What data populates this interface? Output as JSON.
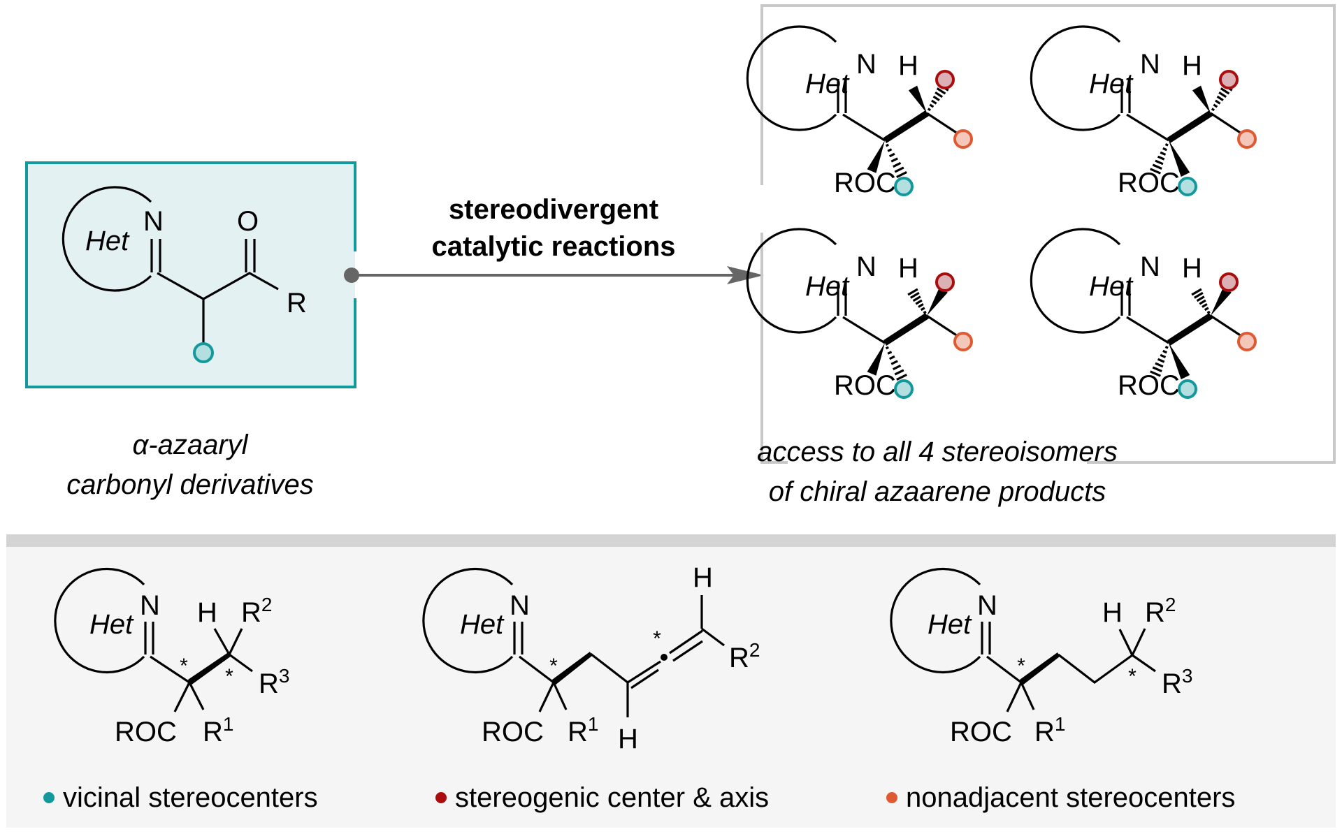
{
  "colors": {
    "teal": "#13989c",
    "teal_fill": "#b3dfe0",
    "teal_box_bg": "#e4f1f2",
    "red": "#a90d0d",
    "red_fill": "#dcb1b5",
    "orange": "#df5a33",
    "orange_fill": "#f3c8ba",
    "arrow_gray": "#666666",
    "bracket_gray": "#c8c8c8",
    "panel_bg": "#f5f5f5",
    "panel_bar": "#d4d4d4"
  },
  "substrate": {
    "ring_label": "Het",
    "n_label": "N",
    "o_label": "O",
    "r_label": "R",
    "caption_line1": "α-azaaryl",
    "caption_line2": "carbonyl derivatives"
  },
  "arrow": {
    "line1": "stereodivergent",
    "line2": "catalytic reactions"
  },
  "products": {
    "ring_label": "Het",
    "n_label": "N",
    "h_label": "H",
    "roc_label": "ROC",
    "caption_line1": "access to all 4 stereoisomers",
    "caption_line2": "of chiral azaarene products",
    "isomers": [
      {
        "position": "top-left",
        "c1_roc": "wedge",
        "c1_teal": "hash",
        "c2_h": "wedge",
        "c2_red": "hash"
      },
      {
        "position": "top-right",
        "c1_roc": "hash",
        "c1_teal": "wedge",
        "c2_h": "wedge",
        "c2_red": "hash"
      },
      {
        "position": "bottom-left",
        "c1_roc": "wedge",
        "c1_teal": "hash",
        "c2_h": "hash",
        "c2_red": "wedge"
      },
      {
        "position": "bottom-right",
        "c1_roc": "hash",
        "c1_teal": "wedge",
        "c2_h": "hash",
        "c2_red": "wedge"
      }
    ]
  },
  "examples": [
    {
      "legend": "vicinal stereocenters",
      "dot_color": "#13989c",
      "labels": {
        "het": "Het",
        "n": "N",
        "h": "H",
        "roc": "ROC",
        "r1": "R",
        "r1_sup": "1",
        "r2": "R",
        "r2_sup": "2",
        "r3": "R",
        "r3_sup": "3",
        "star": "*"
      }
    },
    {
      "legend": "stereogenic center & axis",
      "dot_color": "#a90d0d",
      "labels": {
        "het": "Het",
        "n": "N",
        "h_top": "H",
        "h_bottom": "H",
        "roc": "ROC",
        "r1": "R",
        "r1_sup": "1",
        "r2": "R",
        "r2_sup": "2",
        "star": "*"
      }
    },
    {
      "legend": "nonadjacent stereocenters",
      "dot_color": "#df5a33",
      "labels": {
        "het": "Het",
        "n": "N",
        "h": "H",
        "roc": "ROC",
        "r1": "R",
        "r1_sup": "1",
        "r2": "R",
        "r2_sup": "2",
        "r3": "R",
        "r3_sup": "3",
        "star": "*"
      }
    }
  ]
}
